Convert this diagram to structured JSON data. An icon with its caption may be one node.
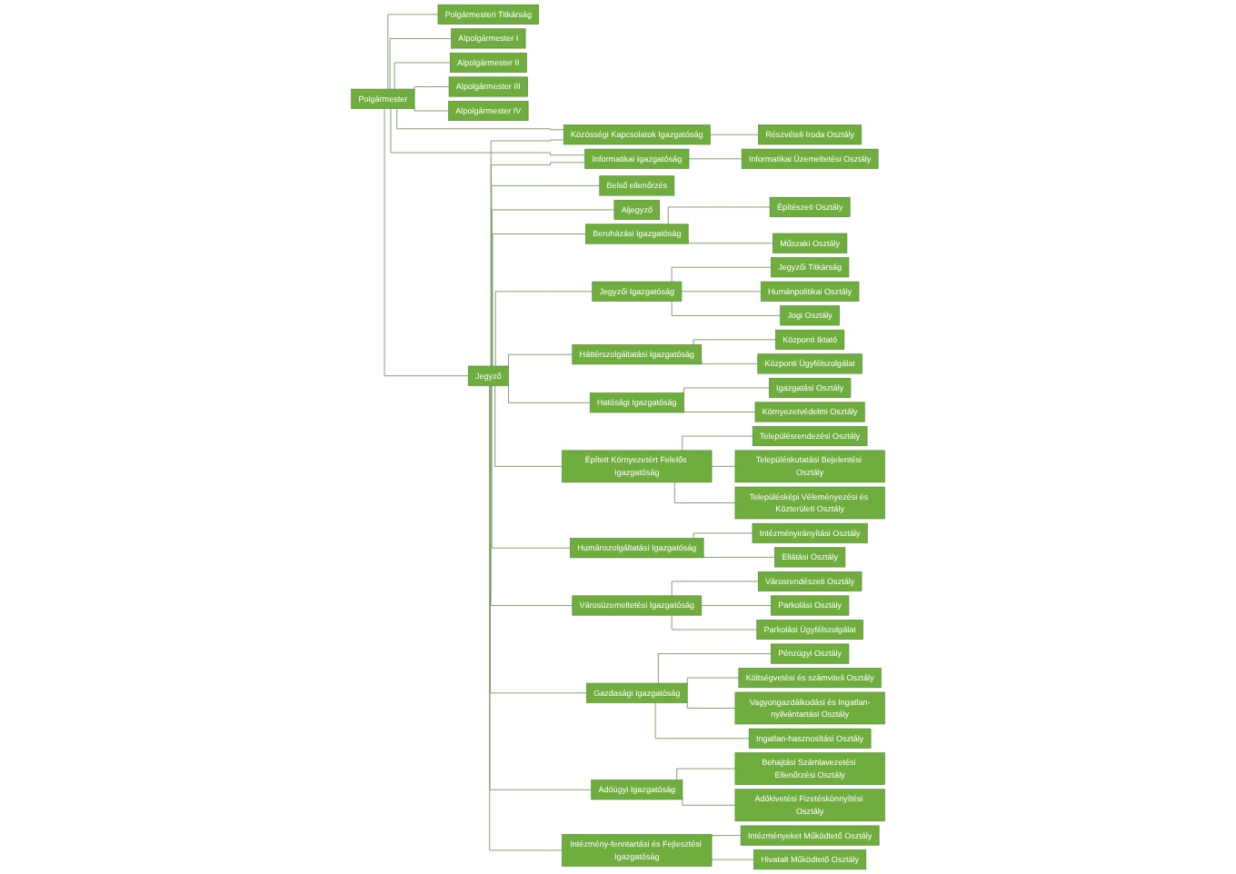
{
  "diagram": {
    "nodes": [
      {
        "text": [
          "Polgármester"
        ]
      },
      {
        "text": [
          "Polgármesteri Titkárság"
        ]
      },
      {
        "text": [
          "Alpolgármester I"
        ]
      },
      {
        "text": [
          "Alpolgármester II"
        ]
      },
      {
        "text": [
          "Alpolgármester III"
        ]
      },
      {
        "text": [
          "Alpolgármester IV"
        ]
      },
      {
        "text": [
          "Közösségi Kapcsolatok Igazgatóság"
        ]
      },
      {
        "text": [
          "Részvételi Iroda Osztály"
        ]
      },
      {
        "text": [
          "Informatikai Igazgatóság"
        ]
      },
      {
        "text": [
          "Informatikai Üzemeltetési Osztály"
        ]
      },
      {
        "text": [
          "Jegyző"
        ]
      },
      {
        "text": [
          "Belső ellenőrzés"
        ]
      },
      {
        "text": [
          "Aljegyző"
        ]
      },
      {
        "text": [
          "Beruházási Igazgatóság"
        ]
      },
      {
        "text": [
          "Építészeti Osztály"
        ]
      },
      {
        "text": [
          "Műszaki Osztály"
        ]
      },
      {
        "text": [
          "Jegyzői Igazgatóság"
        ]
      },
      {
        "text": [
          "Jegyzői Titkárság"
        ]
      },
      {
        "text": [
          "Humánpolitikai Osztály"
        ]
      },
      {
        "text": [
          "Jogi Osztály"
        ]
      },
      {
        "text": [
          "Háttérszolgáltatási Igazgatóság"
        ]
      },
      {
        "text": [
          "Központi Iktató"
        ]
      },
      {
        "text": [
          "Központi Ügyfélszolgálat"
        ]
      },
      {
        "text": [
          "Hatósági Igazgatóság"
        ]
      },
      {
        "text": [
          "Igazgatási Osztály"
        ]
      },
      {
        "text": [
          "Környezetvédelmi Osztály"
        ]
      },
      {
        "text": [
          "Épített Környezetért Felelős Igazgatóság"
        ]
      },
      {
        "text": [
          "Településrendezési Osztály"
        ]
      },
      {
        "text": [
          "Településkutatási Bejelentési Osztály"
        ]
      },
      {
        "text": [
          "Településképi Véleményezési és Közterületi Osztály"
        ]
      },
      {
        "text": [
          "Humánszolgáltatási Igazgatóság"
        ]
      },
      {
        "text": [
          "Intézményirányítási Osztály"
        ]
      },
      {
        "text": [
          "Ellátási Osztály"
        ]
      },
      {
        "text": [
          "Városüzemeltetési Igazgatóság"
        ]
      },
      {
        "text": [
          "Városrendészeti Osztály"
        ]
      },
      {
        "text": [
          "Parkolási Osztály"
        ]
      },
      {
        "text": [
          "Parkolási Ügyfélszolgálat"
        ]
      },
      {
        "text": [
          "Gazdasági Igazgatóság"
        ]
      },
      {
        "text": [
          "Pénzügyi Osztály"
        ]
      },
      {
        "text": [
          "Költségvetési és számviteli Osztály"
        ]
      },
      {
        "text": [
          "Vagyongazdálkodási és Ingatlan-nyilvántartási Osztály"
        ]
      },
      {
        "text": [
          "Ingatlan-hasznosítási Osztály"
        ]
      },
      {
        "text": [
          "Adóügyi Igazgatóság"
        ]
      },
      {
        "text": [
          "Behajtási Számlavezetési Ellenőrzési Osztály"
        ]
      },
      {
        "text": [
          "Adókivetési Fizetéskönnyítési Osztály"
        ]
      },
      {
        "text": [
          "Intézmény-fenntartási és Fejlesztési Igazgatóság"
        ]
      },
      {
        "text": [
          "Intézményeket Működtető Osztály"
        ]
      },
      {
        "text": [
          "Hivatalt Működtető Osztály"
        ]
      }
    ],
    "edges": [
      {
        "from": 0,
        "to": 1,
        "arrow": "none"
      },
      {
        "from": 0,
        "to": 2,
        "arrow": "none"
      },
      {
        "from": 0,
        "to": 3,
        "arrow": "none"
      },
      {
        "from": 0,
        "to": 4,
        "arrow": "none"
      },
      {
        "from": 0,
        "to": 5,
        "arrow": "none"
      },
      {
        "from": 0,
        "to": 6,
        "arrow": "none"
      },
      {
        "from": 0,
        "to": 8,
        "arrow": "none"
      },
      {
        "from": 6,
        "to": 7,
        "arrow": "none"
      },
      {
        "from": 8,
        "to": 9,
        "arrow": "none"
      },
      {
        "from": 0,
        "to": 10,
        "arrow": "none"
      },
      {
        "from": 10,
        "to": 6,
        "arrow": "none"
      },
      {
        "from": 10,
        "to": 8,
        "arrow": "none"
      },
      {
        "from": 10,
        "to": 11,
        "arrow": "none"
      },
      {
        "from": 10,
        "to": 12,
        "arrow": "none"
      },
      {
        "from": 10,
        "to": 13,
        "arrow": "none"
      },
      {
        "from": 10,
        "to": 16,
        "arrow": "none"
      },
      {
        "from": 10,
        "to": 20,
        "arrow": "none"
      },
      {
        "from": 10,
        "to": 23,
        "arrow": "none"
      },
      {
        "from": 10,
        "to": 26,
        "arrow": "none"
      },
      {
        "from": 10,
        "to": 30,
        "arrow": "none"
      },
      {
        "from": 10,
        "to": 33,
        "arrow": "none"
      },
      {
        "from": 10,
        "to": 37,
        "arrow": "none"
      },
      {
        "from": 10,
        "to": 42,
        "arrow": "none"
      },
      {
        "from": 10,
        "to": 45,
        "arrow": "none"
      },
      {
        "from": 13,
        "to": 14,
        "arrow": "none"
      },
      {
        "from": 13,
        "to": 15,
        "arrow": "none"
      },
      {
        "from": 16,
        "to": 17,
        "arrow": "none"
      },
      {
        "from": 16,
        "to": 18,
        "arrow": "none"
      },
      {
        "from": 16,
        "to": 19,
        "arrow": "none"
      },
      {
        "from": 20,
        "to": 21,
        "arrow": "none"
      },
      {
        "from": 20,
        "to": 22,
        "arrow": "none"
      },
      {
        "from": 23,
        "to": 24,
        "arrow": "none"
      },
      {
        "from": 23,
        "to": 25,
        "arrow": "none"
      },
      {
        "from": 26,
        "to": 27,
        "arrow": "none"
      },
      {
        "from": 26,
        "to": 28,
        "arrow": "none"
      },
      {
        "from": 26,
        "to": 29,
        "arrow": "none"
      },
      {
        "from": 30,
        "to": 31,
        "arrow": "none"
      },
      {
        "from": 30,
        "to": 32,
        "arrow": "none"
      },
      {
        "from": 33,
        "to": 34,
        "arrow": "none"
      },
      {
        "from": 33,
        "to": 35,
        "arrow": "none"
      },
      {
        "from": 33,
        "to": 36,
        "arrow": "none"
      },
      {
        "from": 37,
        "to": 38,
        "arrow": "none"
      },
      {
        "from": 37,
        "to": 39,
        "arrow": "none"
      },
      {
        "from": 37,
        "to": 40,
        "arrow": "none"
      },
      {
        "from": 37,
        "to": 41,
        "arrow": "none"
      },
      {
        "from": 42,
        "to": 43,
        "arrow": "none"
      },
      {
        "from": 42,
        "to": 44,
        "arrow": "none"
      },
      {
        "from": 45,
        "to": 46,
        "arrow": "none"
      },
      {
        "from": 45,
        "to": 47,
        "arrow": "none"
      }
    ]
  }
}
